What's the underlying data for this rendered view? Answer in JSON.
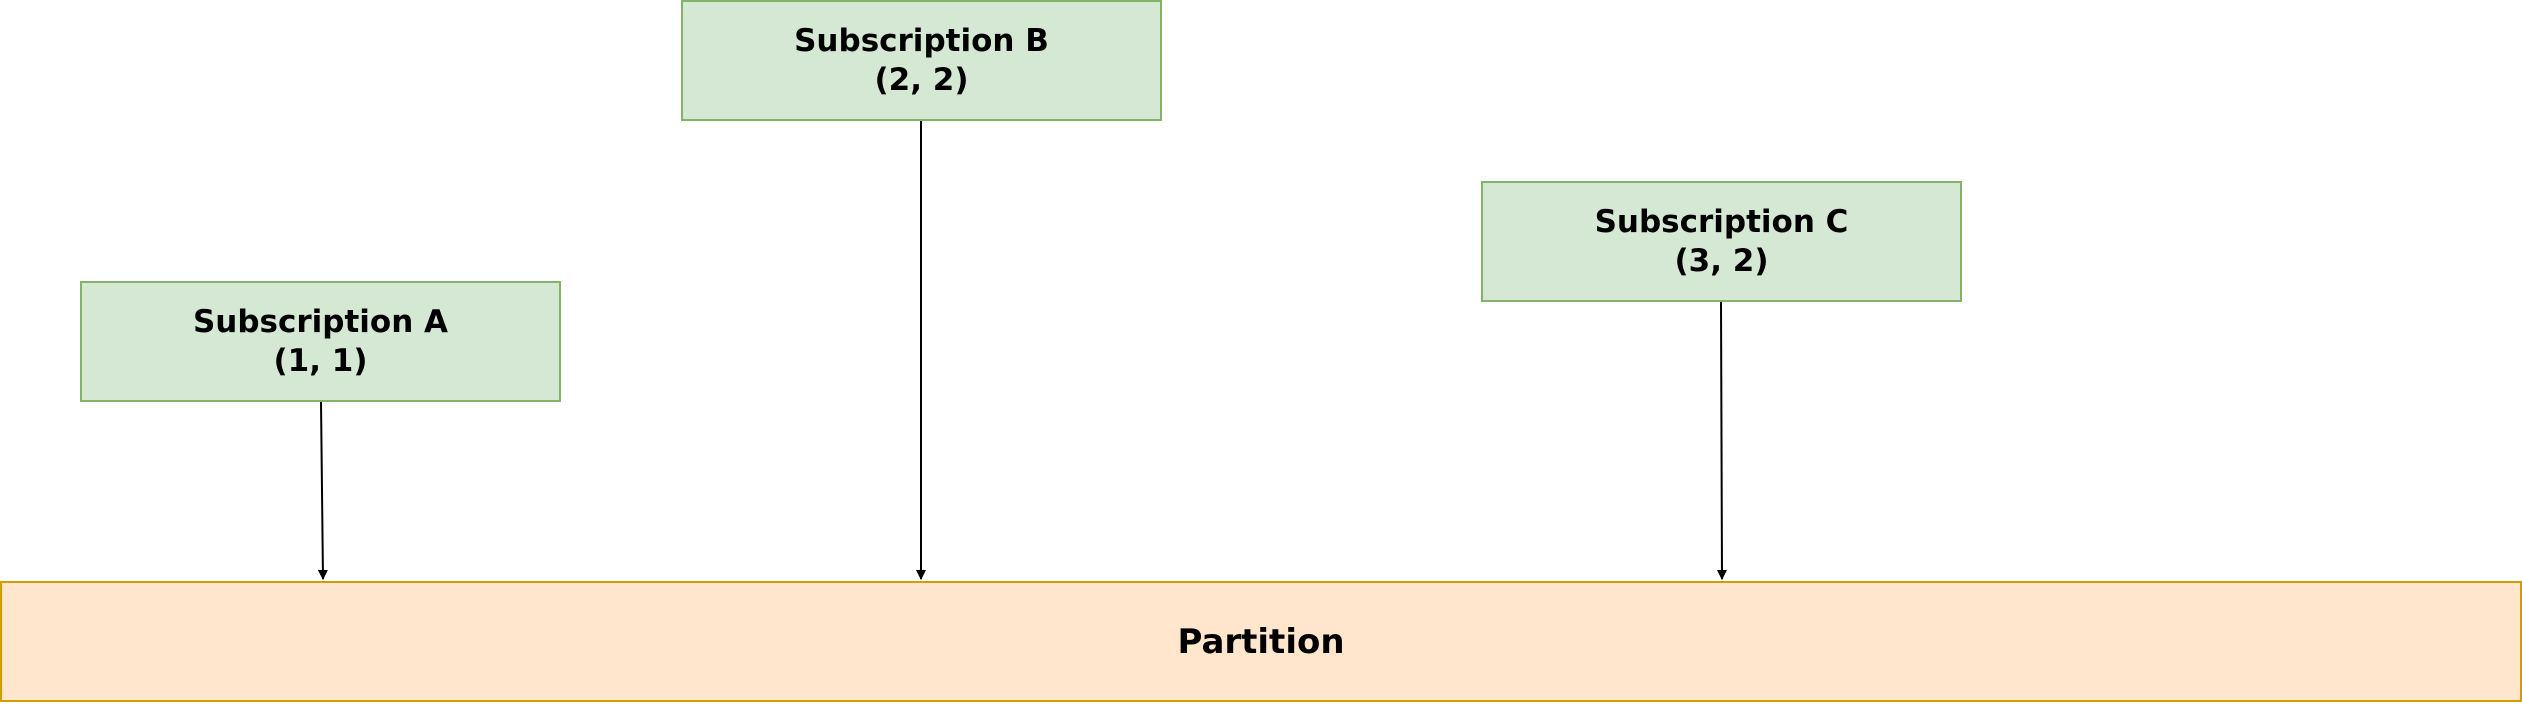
{
  "subscriptions": [
    {
      "name": "Subscription A",
      "coords": "(1, 1)"
    },
    {
      "name": "Subscription B",
      "coords": "(2, 2)"
    },
    {
      "name": "Subscription C",
      "coords": "(3, 2)"
    }
  ],
  "partition": {
    "label": "Partition"
  },
  "colors": {
    "subscription_fill": "#d5e8d4",
    "subscription_border": "#82b366",
    "partition_fill": "#ffe6cc",
    "partition_border": "#d79b00",
    "arrow": "#000000"
  }
}
